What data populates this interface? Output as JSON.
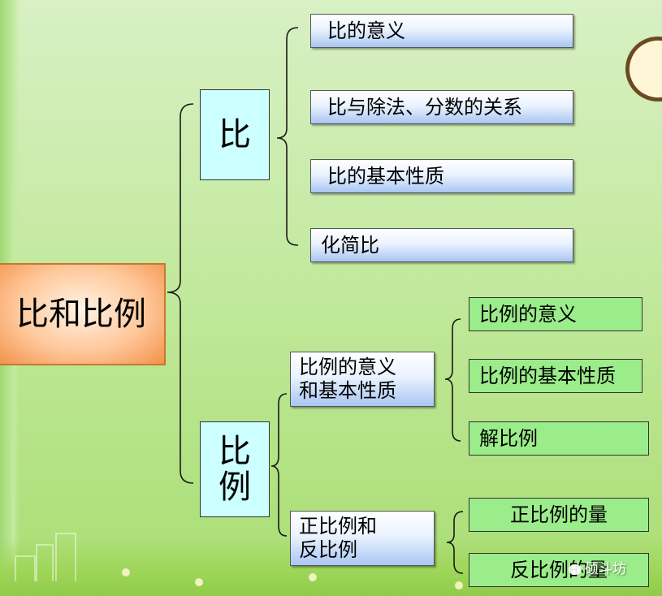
{
  "root": {
    "label": "比和比例"
  },
  "bi": {
    "label": "比",
    "items": [
      "比的意义",
      "比与除法、分数的关系",
      "比的基本性质",
      "化简比"
    ]
  },
  "bili": {
    "label": "比\n例",
    "groups": [
      {
        "label": "比例的意义\n和基本性质",
        "items": [
          "比例的意义",
          "比例的基本性质",
          "解比例"
        ]
      },
      {
        "label": "正比例和\n反比例",
        "items": [
          "正比例的量",
          "反比例的量"
        ]
      }
    ]
  },
  "watermark": "硕斗坊",
  "watermark_icon": "wechat-icon",
  "colors": {
    "root_fill": "#f2924a",
    "topic_fill": "#ccffff",
    "subtopic_fill": "#9bec8a",
    "blue_box": "#a9c6f2"
  }
}
